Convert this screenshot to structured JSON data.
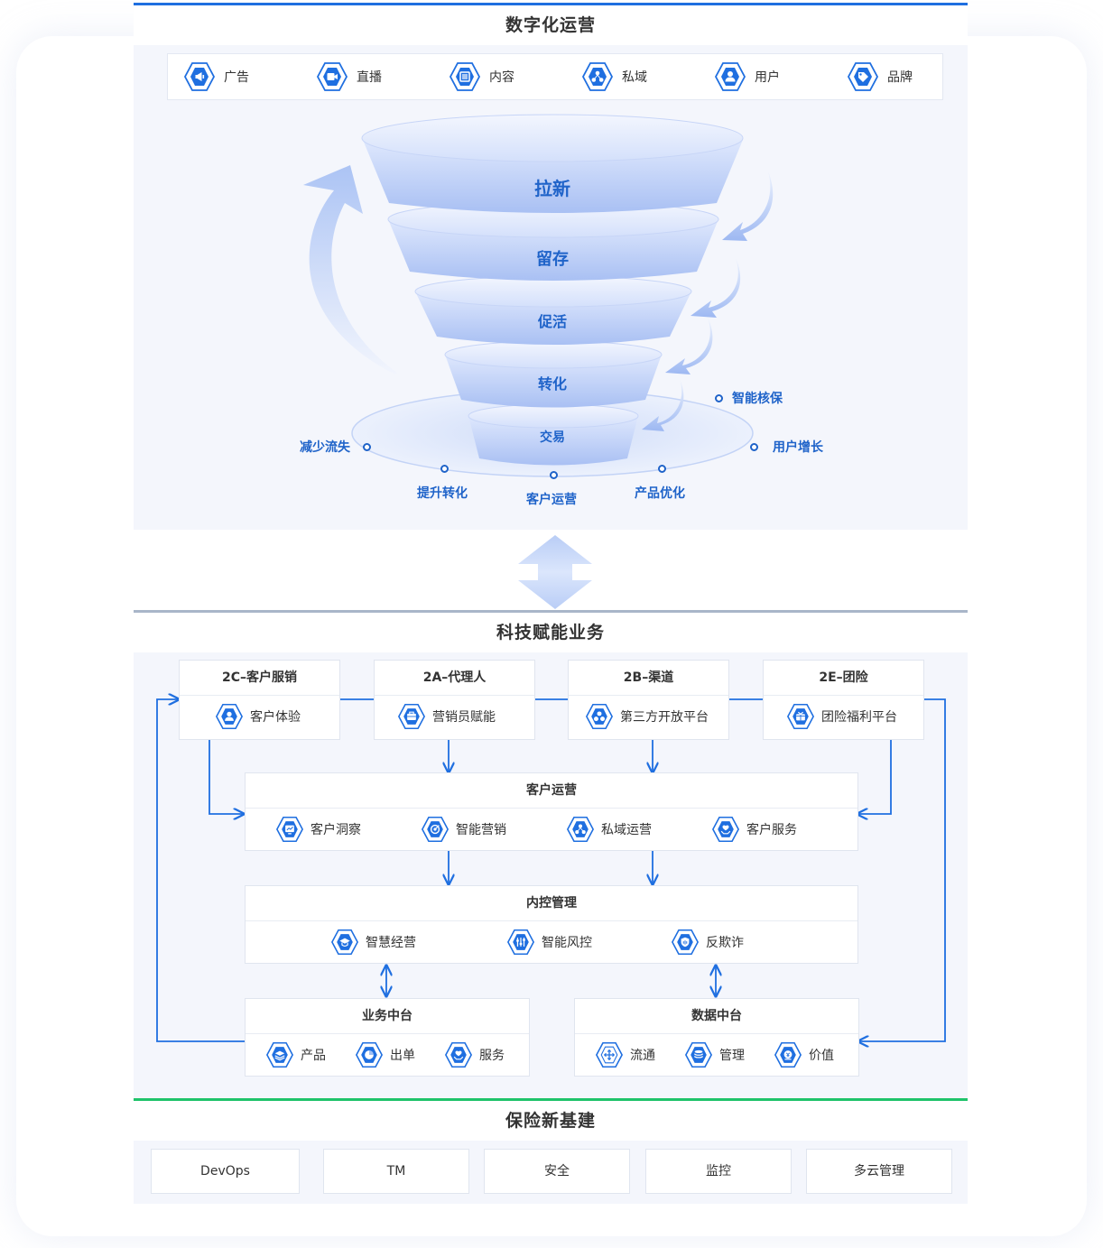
{
  "sections": {
    "digital": "数字化运营",
    "tech": "科技赋能业务",
    "infra": "保险新基建"
  },
  "colors": {
    "primary": "#1f6fe0",
    "label_blue": "#1f63c9",
    "funnel_light": "#e4ecfc",
    "funnel_mid": "#b7caf6",
    "section_bg": "#f4f6fc",
    "green_bar": "#1ec36a",
    "gray_bar": "#a9b6c9"
  },
  "channels": [
    {
      "label": "广告",
      "icon": "megaphone-icon"
    },
    {
      "label": "直播",
      "icon": "video-icon"
    },
    {
      "label": "内容",
      "icon": "document-icon"
    },
    {
      "label": "私域",
      "icon": "network-icon"
    },
    {
      "label": "用户",
      "icon": "user-icon"
    },
    {
      "label": "品牌",
      "icon": "tag-icon"
    }
  ],
  "funnel": {
    "stages": [
      "拉新",
      "留存",
      "促活",
      "转化",
      "交易"
    ],
    "points": [
      "智能核保",
      "减少流失",
      "用户增长",
      "提升转化",
      "客户运营",
      "产品优化"
    ]
  },
  "segments": [
    {
      "title": "2C–客户服销",
      "item": "客户体验",
      "icon": "user-icon"
    },
    {
      "title": "2A–代理人",
      "item": "营销员赋能",
      "icon": "briefcase-icon"
    },
    {
      "title": "2B–渠道",
      "item": "第三方开放平台",
      "icon": "cluster-icon"
    },
    {
      "title": "2E–团险",
      "item": "团险福利平台",
      "icon": "gift-icon"
    }
  ],
  "customer_ops": {
    "title": "客户运营",
    "items": [
      {
        "label": "客户洞察",
        "icon": "insight-icon"
      },
      {
        "label": "智能营销",
        "icon": "target-icon"
      },
      {
        "label": "私域运营",
        "icon": "network-icon"
      },
      {
        "label": "客户服务",
        "icon": "heart-hand-icon"
      }
    ]
  },
  "internal": {
    "title": "内控管理",
    "items": [
      {
        "label": "智慧经营",
        "icon": "graduation-icon"
      },
      {
        "label": "智能风控",
        "icon": "sliders-icon"
      },
      {
        "label": "反欺诈",
        "icon": "shield-icon"
      }
    ]
  },
  "business_platform": {
    "title": "业务中台",
    "items": [
      {
        "label": "产品",
        "icon": "layers-icon"
      },
      {
        "label": "出单",
        "icon": "pie-icon"
      },
      {
        "label": "服务",
        "icon": "heart-hand-icon"
      }
    ]
  },
  "data_platform": {
    "title": "数据中台",
    "items": [
      {
        "label": "流通",
        "icon": "flow-icon"
      },
      {
        "label": "管理",
        "icon": "database-icon"
      },
      {
        "label": "价值",
        "icon": "coin-icon"
      }
    ]
  },
  "infrastructure": [
    "DevOps",
    "TM",
    "安全",
    "监控",
    "多云管理"
  ]
}
